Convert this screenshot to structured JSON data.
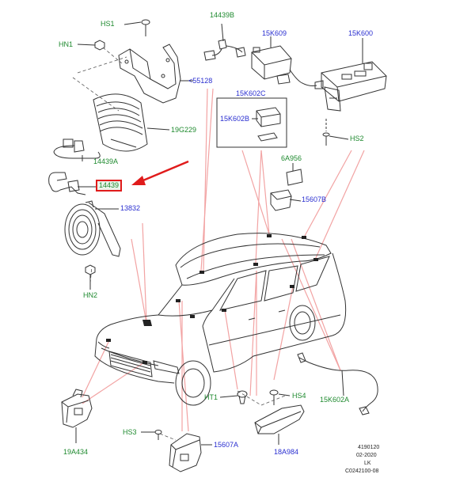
{
  "colors": {
    "part_label_green": "#1f8a2f",
    "part_label_blue": "#2a2fd0",
    "leader_pink": "#f2a3a3",
    "callout_red": "#e01b1b",
    "drawing_line": "#333333"
  },
  "labels": {
    "hs1": "HS1",
    "hn1": "HN1",
    "p14439b": "14439B",
    "p15k609": "15K609",
    "p15k600": "15K600",
    "p55128": "<55128",
    "p15k602c": "15K602C",
    "p15k602b": "15K602B",
    "p19g229": "19G229",
    "hs2": "HS2",
    "p14439a": "14439A",
    "p6a956": "6A956",
    "p14439": "14439",
    "p15607b": "15607B",
    "p13832": "13832",
    "hn2": "HN2",
    "ht1": "HT1",
    "hs4": "HS4",
    "p15k602a": "15K602A",
    "hs3": "HS3",
    "p19a434": "19A434",
    "p15607a": "15607A",
    "p18a984": "18A984"
  },
  "footer": {
    "line1": "4190120",
    "line2": "02-2020",
    "line3": "LK",
    "line4": "C0242100-08"
  }
}
